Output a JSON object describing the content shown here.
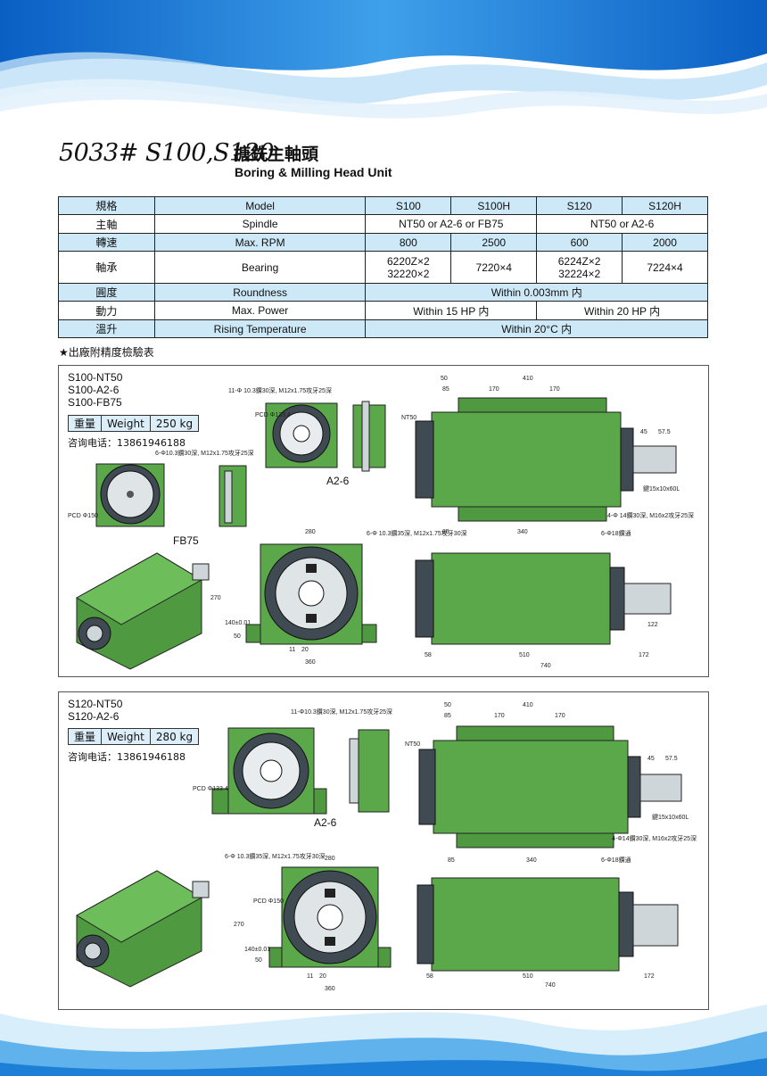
{
  "header": {
    "model_code": "5033# S100,S120",
    "title_zh": "搪銑主軸頭",
    "title_en": "Boring & Milling Head Unit"
  },
  "spec_table": {
    "rows": [
      {
        "zh": "規格",
        "en": "Model",
        "cells": [
          "S100",
          "S100H",
          "S120",
          "S120H"
        ]
      },
      {
        "zh": "主軸",
        "en": "Spindle",
        "cells": [
          "NT50 or A2-6 or FB75",
          "NT50 or A2-6"
        ]
      },
      {
        "zh": "轉速",
        "en": "Max. RPM",
        "cells": [
          "800",
          "2500",
          "600",
          "2000"
        ]
      },
      {
        "zh": "軸承",
        "en": "Bearing",
        "cells": [
          "6220Z×2\n32220×2",
          "7220×4",
          "6224Z×2\n32224×2",
          "7224×4"
        ]
      },
      {
        "zh": "圓度",
        "en": "Roundness",
        "cells": [
          "Within 0.003mm 内"
        ]
      },
      {
        "zh": "動力",
        "en": "Max. Power",
        "cells": [
          "Within 15 HP 内",
          "Within 20 HP 内"
        ]
      },
      {
        "zh": "溫升",
        "en": "Rising Temperature",
        "cells": [
          "Within 20°C 内"
        ]
      }
    ]
  },
  "note": "★出廠附精度檢驗表",
  "panel1": {
    "models": [
      "S100-NT50",
      "S100-A2-6",
      "S100-FB75"
    ],
    "weight_zh": "重量",
    "weight_en": "Weight",
    "weight_value": "250 kg",
    "phone": "咨询电话：13861946188",
    "label_a26": "A2-6",
    "label_fb75": "FB75",
    "label_nt50": "NT50",
    "dims_top": [
      "410",
      "50",
      "85",
      "170",
      "170"
    ],
    "dims_mid": [
      "85",
      "340"
    ],
    "dims_bottom": [
      "58",
      "510",
      "172",
      "740"
    ],
    "dims_front": [
      "280",
      "270",
      "140±0.01",
      "50",
      "360",
      "20",
      "11"
    ],
    "dims_shaft": [
      "45",
      "57.5",
      "122"
    ],
    "notes": [
      "11-Φ 10.3鑽30深, M12x1.75攻牙25深",
      "PCD Φ133.4",
      "6-Φ10.3鑽30深, M12x1.75攻牙25深",
      "PCD Φ150",
      "6-Φ 10.3鑽35深, M12x1.75攻牙30深",
      "鍵15x10x60L",
      "4-Φ 14鑽30深, M16x2攻牙25深",
      "6-Φ18鑽通"
    ]
  },
  "panel2": {
    "models": [
      "S120-NT50",
      "S120-A2-6"
    ],
    "weight_zh": "重量",
    "weight_en": "Weight",
    "weight_value": "280 kg",
    "phone": "咨询电话：13861946188",
    "label_a26": "A2-6",
    "label_nt50": "NT50",
    "dims_top": [
      "410",
      "50",
      "85",
      "170",
      "170"
    ],
    "dims_mid": [
      "85",
      "340"
    ],
    "dims_bottom": [
      "58",
      "510",
      "172",
      "740"
    ],
    "dims_front": [
      "280",
      "270",
      "140±0.01",
      "50",
      "360",
      "20",
      "11"
    ],
    "dims_shaft": [
      "45",
      "57.5"
    ],
    "notes": [
      "11-Φ10.3鑽30深, M12x1.75攻牙25深",
      "PCD Φ133.4",
      "6-Φ 10.3鑽35深, M12x1.75攻牙30深",
      "PCD Φ150",
      "鍵15x10x60L",
      "4-Φ14鑽30深, M16x2攻牙25深",
      "6-Φ18鑽通"
    ]
  },
  "colors": {
    "table_blue": "#cde9f8",
    "machine_green": "#5aa84a",
    "wave_blue": "#1e7fd6"
  }
}
